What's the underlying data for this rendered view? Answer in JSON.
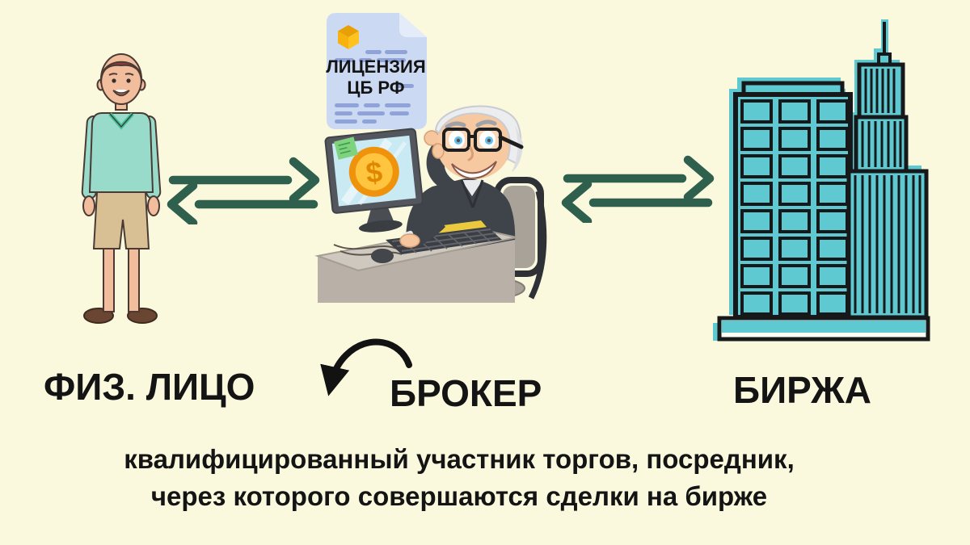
{
  "diagram": {
    "background_color": "#FAF9DD",
    "arrow_color": "#2F5F4D",
    "building_color": "#5FC9D1",
    "text_color": "#141414"
  },
  "labels": {
    "individual": "ФИЗ. ЛИЦО",
    "broker": "БРОКЕР",
    "exchange": "БИРЖА"
  },
  "license": {
    "line1": "ЛИЦЕНЗИЯ",
    "line2": "ЦБ РФ"
  },
  "monitor": {
    "currency_symbol": "$"
  },
  "description": {
    "line1": "квалифицированный участник торгов, посредник,",
    "line2": "через которого совершаются сделки на бирже"
  }
}
